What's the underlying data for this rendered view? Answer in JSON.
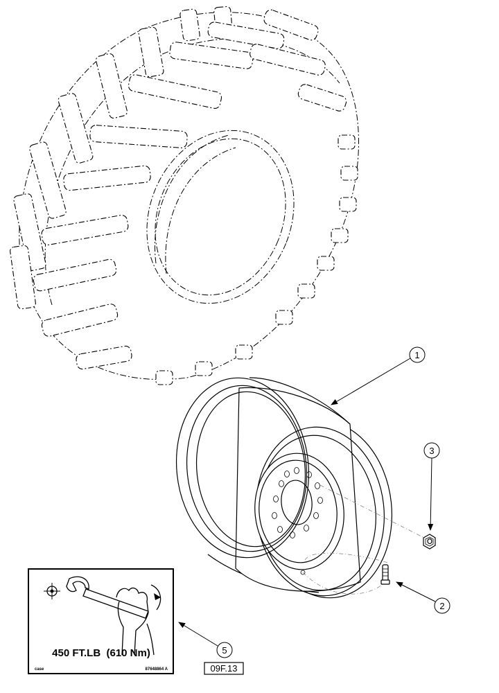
{
  "callouts": [
    {
      "label": "1"
    },
    {
      "label": "2"
    },
    {
      "label": "3"
    },
    {
      "label": "5"
    }
  ],
  "decal": {
    "torque_text": "450 FT.LB  (610 Nm)",
    "small_left": "case",
    "small_right": "87648864 A"
  },
  "figure_code": "09F.13"
}
